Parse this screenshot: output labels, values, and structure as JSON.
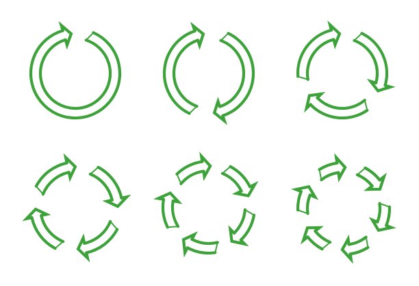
{
  "icon_color": "#3da23a",
  "background_color": "#ffffff",
  "icons": [
    {
      "name": "cycle-arrow-1-icon",
      "arrow_count": 1
    },
    {
      "name": "cycle-arrows-2-icon",
      "arrow_count": 2
    },
    {
      "name": "cycle-arrows-3-icon",
      "arrow_count": 3
    },
    {
      "name": "cycle-arrows-4-icon",
      "arrow_count": 4
    },
    {
      "name": "cycle-arrows-5-icon",
      "arrow_count": 5
    },
    {
      "name": "cycle-arrows-6-icon",
      "arrow_count": 6
    }
  ]
}
